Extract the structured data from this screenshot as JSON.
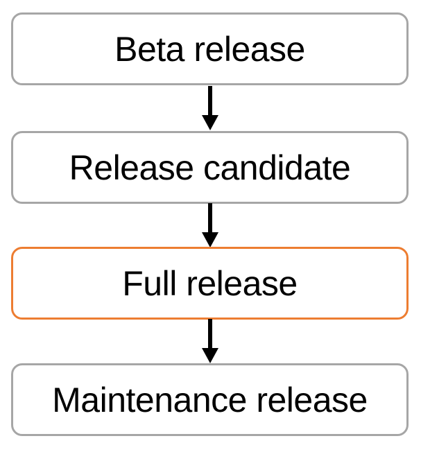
{
  "diagram": {
    "type": "flowchart",
    "direction": "top-down",
    "nodes": [
      {
        "id": "beta-release",
        "label": "Beta release",
        "accent": false
      },
      {
        "id": "release-candidate",
        "label": "Release candidate",
        "accent": false
      },
      {
        "id": "full-release",
        "label": "Full release",
        "accent": true
      },
      {
        "id": "maintenance-release",
        "label": "Maintenance release",
        "accent": false
      }
    ],
    "edges": [
      {
        "from": "beta-release",
        "to": "release-candidate",
        "style": "arrow-down"
      },
      {
        "from": "release-candidate",
        "to": "full-release",
        "style": "arrow-down"
      },
      {
        "from": "full-release",
        "to": "maintenance-release",
        "style": "arrow-down"
      }
    ],
    "colors": {
      "background": "#ffffff",
      "node_fill": "#ffffff",
      "node_border": "#a6a6a6",
      "accent_border": "#ed7d31",
      "arrow": "#000000",
      "text": "#000000"
    }
  }
}
